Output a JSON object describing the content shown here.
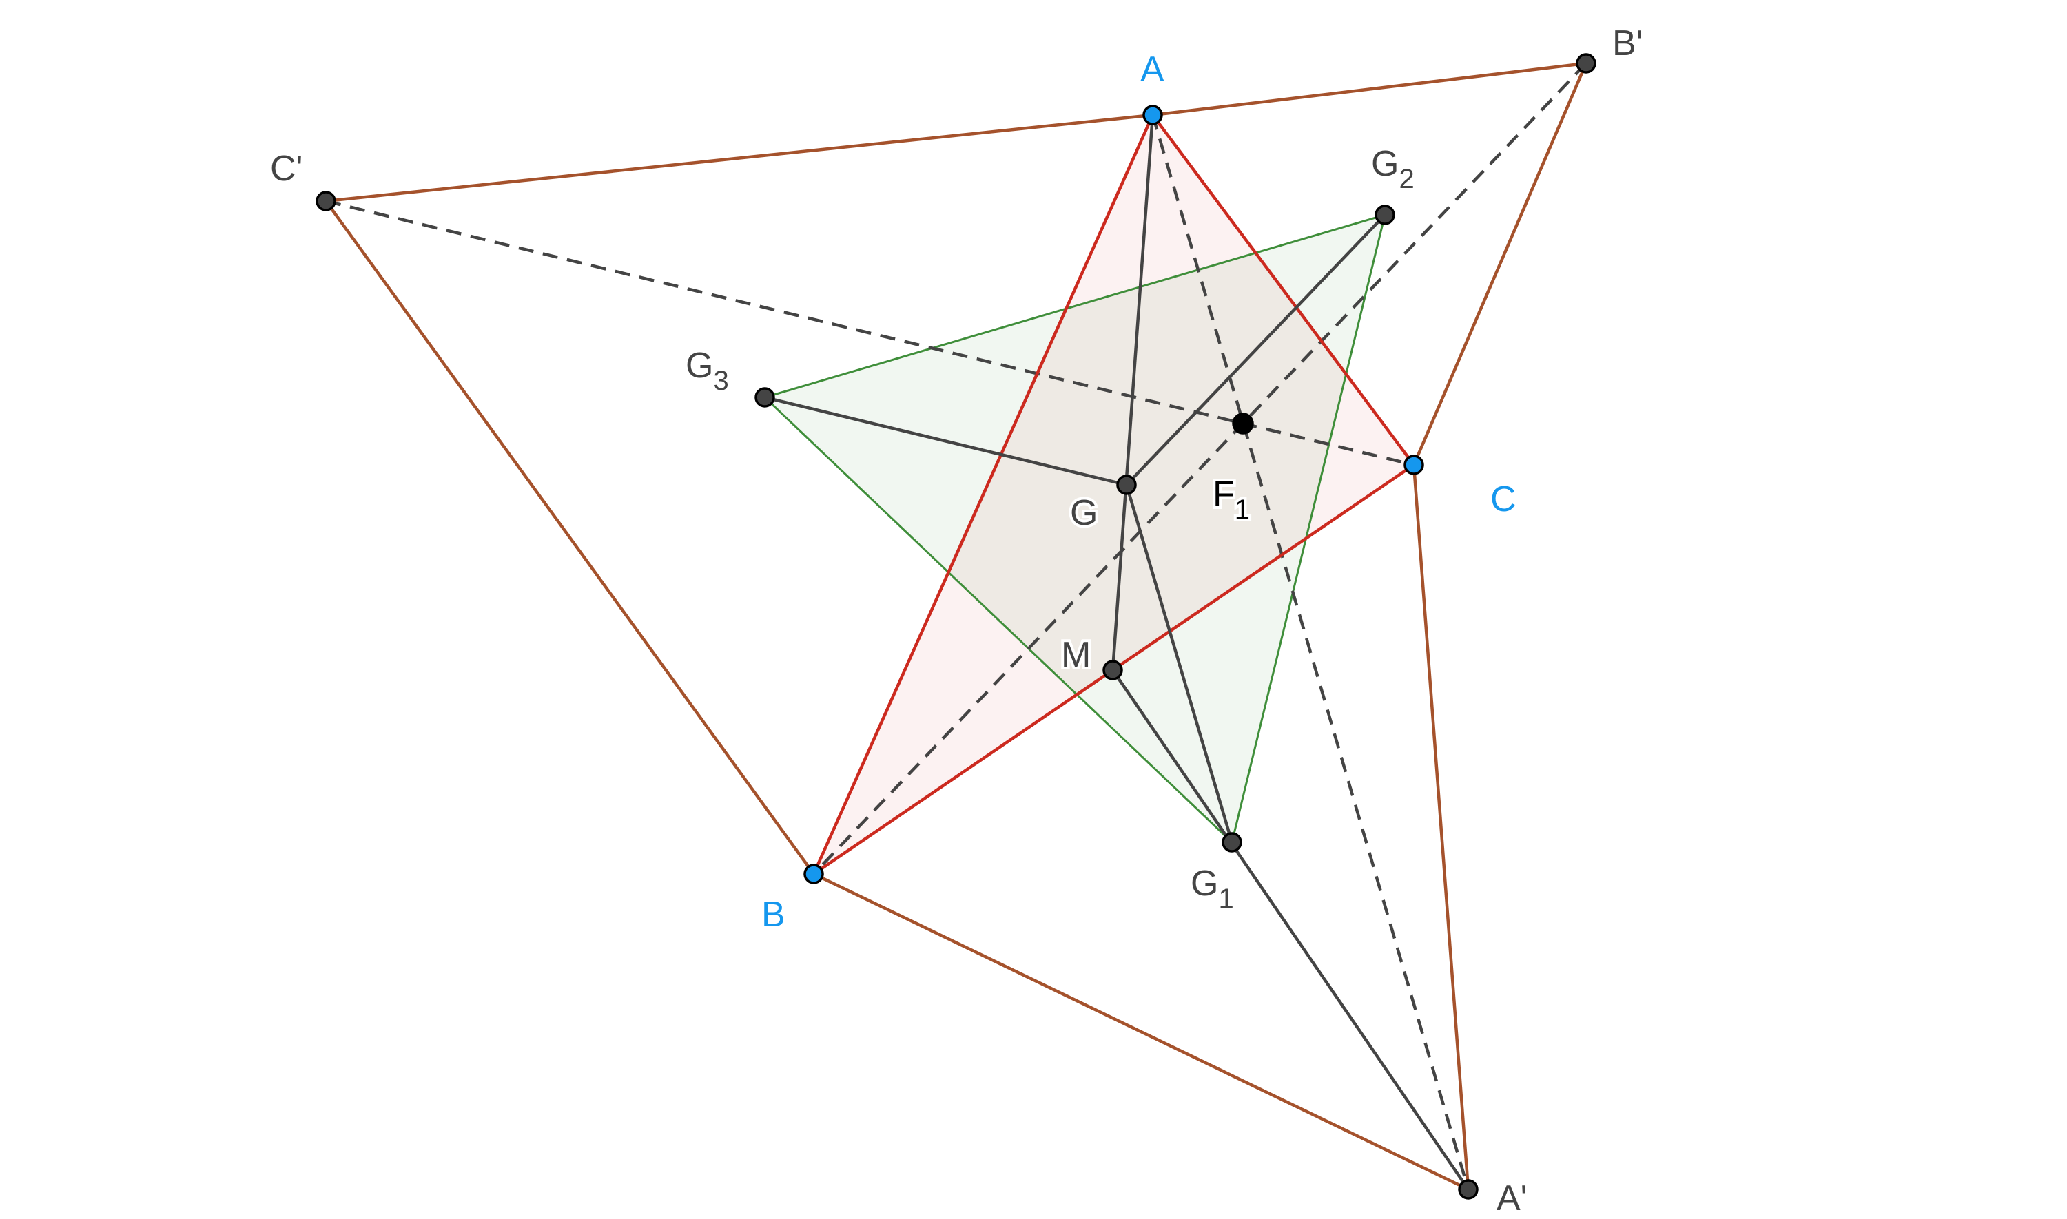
{
  "colors": {
    "triangle_abc": "#cc2a1f",
    "outer_triangles": "#a5522c",
    "napoleon_triangle": "#3f8e3a",
    "construction_lines": "#444444",
    "free_points": "#1597ee"
  },
  "points": {
    "A": {
      "main": "A",
      "sub": ""
    },
    "B": {
      "main": "B",
      "sub": ""
    },
    "C": {
      "main": "C",
      "sub": ""
    },
    "A_prime": {
      "main": "A'",
      "sub": ""
    },
    "B_prime": {
      "main": "B'",
      "sub": ""
    },
    "C_prime": {
      "main": "C'",
      "sub": ""
    },
    "G": {
      "main": "G",
      "sub": ""
    },
    "G1": {
      "main": "G",
      "sub": "1"
    },
    "G2": {
      "main": "G",
      "sub": "2"
    },
    "G3": {
      "main": "G",
      "sub": "3"
    },
    "M": {
      "main": "M",
      "sub": ""
    },
    "F1": {
      "main": "F",
      "sub": "1"
    }
  }
}
